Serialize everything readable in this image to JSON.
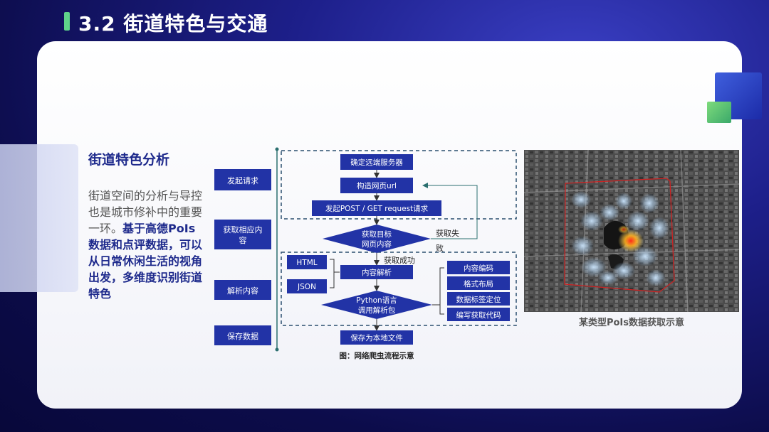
{
  "header": {
    "title": "3.2 街道特色与交通"
  },
  "section": {
    "heading": "街道特色分析",
    "text_plain": "街道空间的分析与导控也是城市修补中的重要一环。",
    "text_bold": "基于高德PoIs数据和点评数据，可以从日常休闲生活的视角出发，多维度识别街道特色"
  },
  "flowchart": {
    "left_steps": [
      "发起请求",
      "获取相应内容",
      "解析内容",
      "保存数据"
    ],
    "boxes": {
      "confirm_server": "确定远端服务器",
      "build_url": "构造网页url",
      "send_request": "发起POST / GET request请求",
      "parse_content": "内容解析",
      "save_local": "保存为本地文件",
      "html": "HTML",
      "json": "JSON"
    },
    "diamonds": {
      "fetch_target_line1": "获取目标",
      "fetch_target_line2": "网页内容",
      "python_line1": "Python语言",
      "python_line2": "调用解析包"
    },
    "fail_label_1": "获取失",
    "fail_label_2": "败",
    "success_label": "获取成功",
    "right_boxes": [
      "内容编码",
      "格式布局",
      "数据标签定位",
      "编写获取代码"
    ],
    "caption": "图：网络爬虫流程示意"
  },
  "photo": {
    "caption": "某类型PoIs数据获取示意"
  },
  "colors": {
    "accent": "#2233a6",
    "green": "#5fd38a",
    "bg": "#14156a"
  }
}
